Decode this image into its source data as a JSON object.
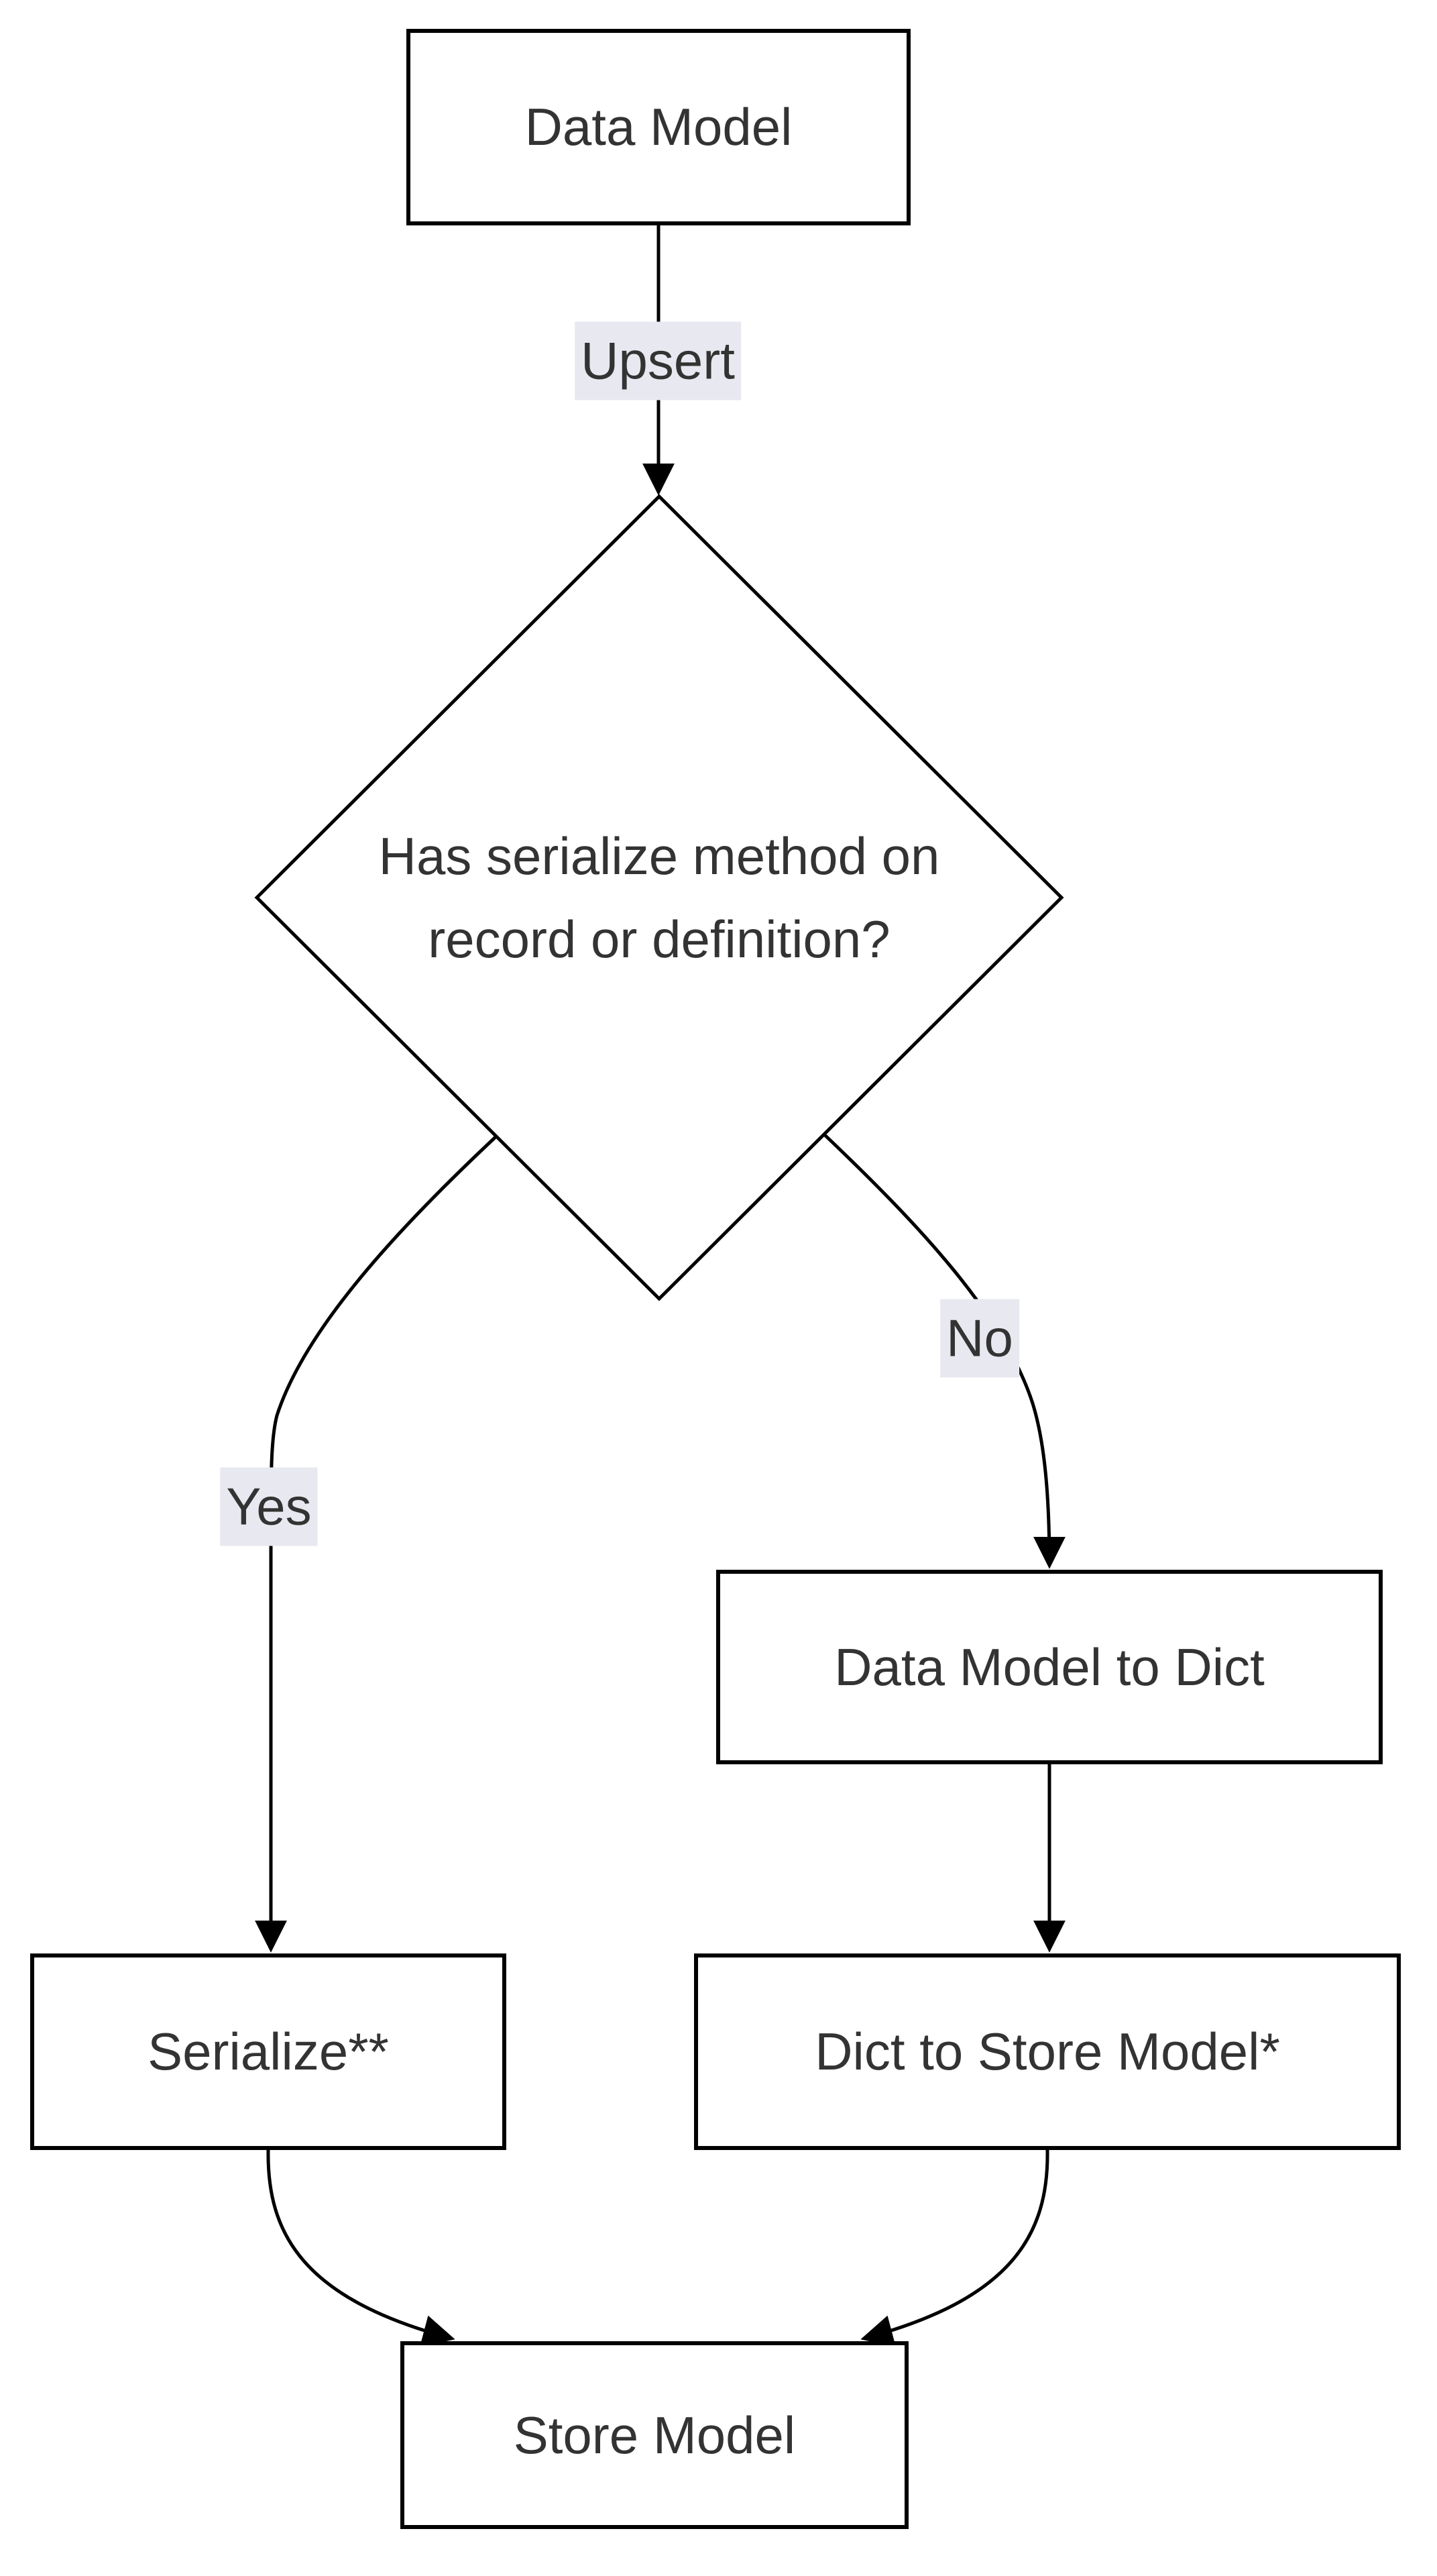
{
  "diagram": {
    "type": "flowchart",
    "orientation": "top-down",
    "nodes": {
      "data_model": {
        "label": "Data Model",
        "shape": "rectangle"
      },
      "decision": {
        "label": "Has serialize method on record or definition?",
        "label_line1": "Has serialize method on",
        "label_line2": "record or definition?",
        "shape": "diamond"
      },
      "data_model_to_dict": {
        "label": "Data Model to Dict",
        "shape": "rectangle"
      },
      "serialize": {
        "label": "Serialize**",
        "shape": "rectangle"
      },
      "dict_to_store_model": {
        "label": "Dict to Store Model*",
        "shape": "rectangle"
      },
      "store_model": {
        "label": "Store Model",
        "shape": "rectangle"
      }
    },
    "edge_labels": {
      "upsert": "Upsert",
      "yes": "Yes",
      "no": "No"
    },
    "edges": [
      {
        "from": "data_model",
        "to": "decision",
        "label": "Upsert"
      },
      {
        "from": "decision",
        "to": "serialize",
        "label": "Yes"
      },
      {
        "from": "decision",
        "to": "data_model_to_dict",
        "label": "No"
      },
      {
        "from": "data_model_to_dict",
        "to": "dict_to_store_model",
        "label": ""
      },
      {
        "from": "serialize",
        "to": "store_model",
        "label": ""
      },
      {
        "from": "dict_to_store_model",
        "to": "store_model",
        "label": ""
      }
    ]
  },
  "colors": {
    "background": "#ffffff",
    "node_fill": "#ffffff",
    "node_border": "#000000",
    "edge_line": "#000000",
    "text": "#333333",
    "edge_label_bg": "#e8e8f0"
  }
}
